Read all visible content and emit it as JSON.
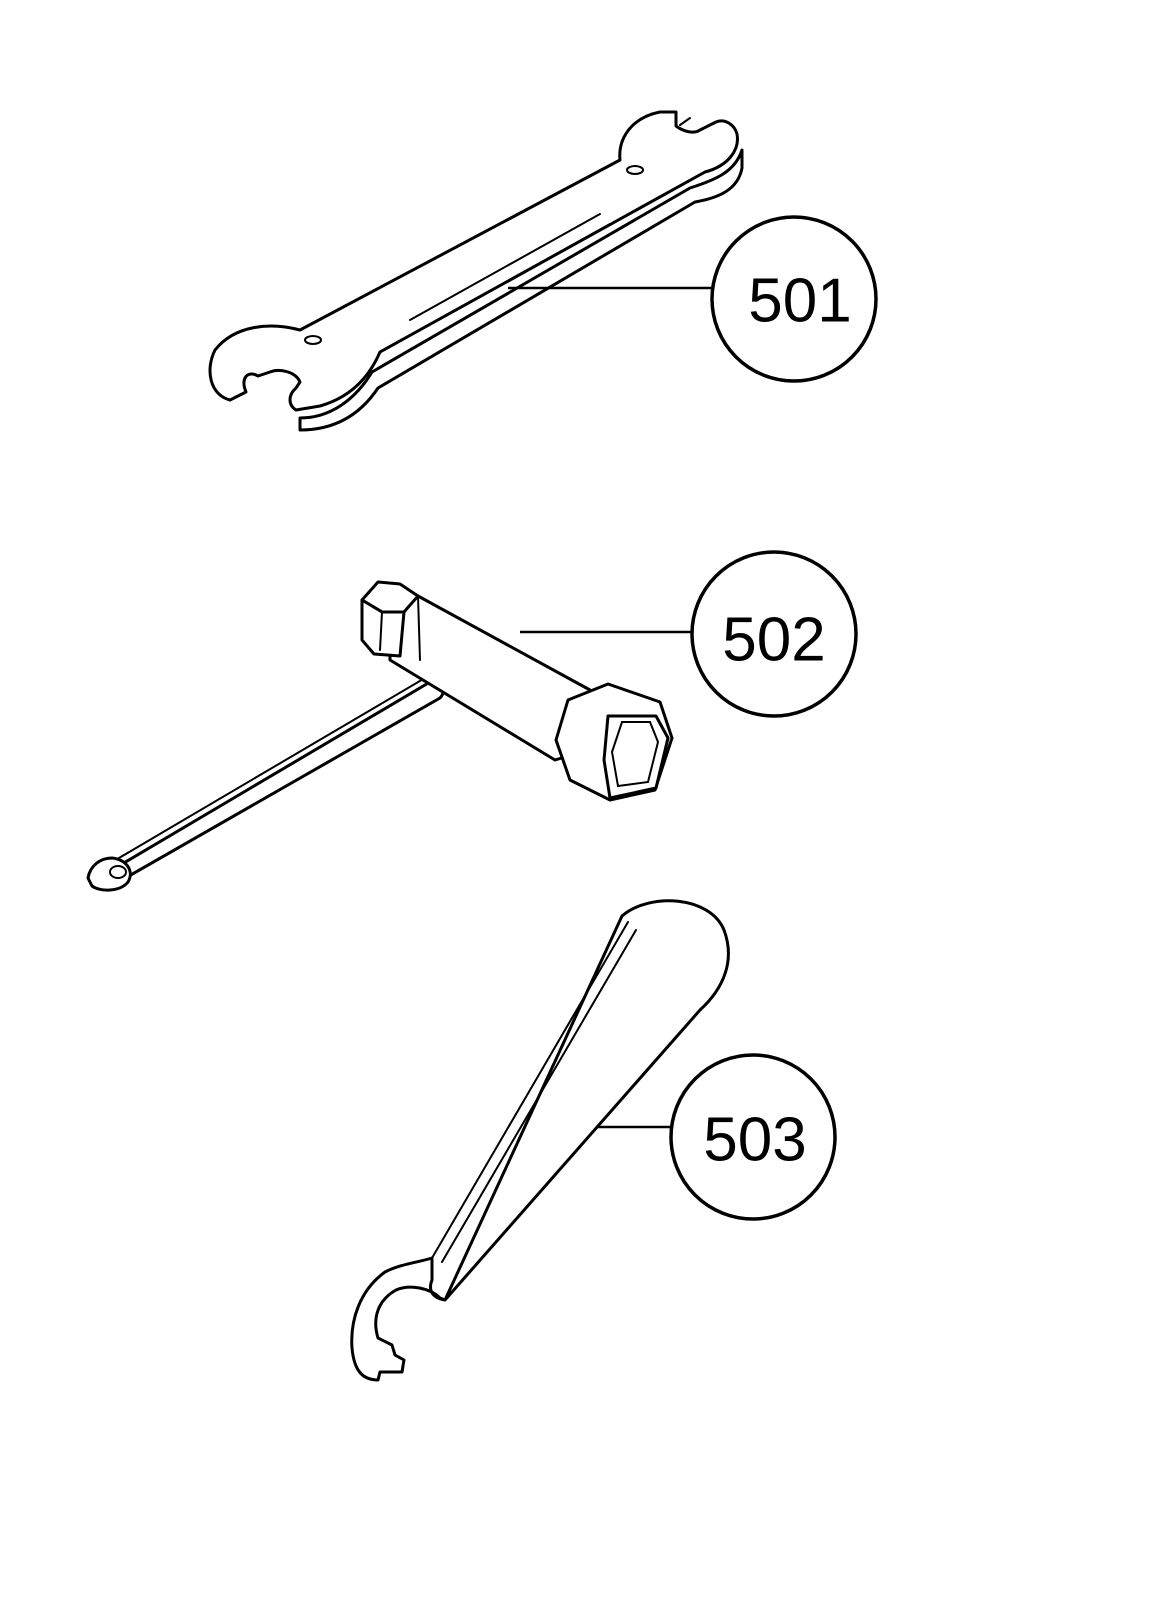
{
  "parts": [
    {
      "label": "501",
      "icon": "open-end-wrench-icon"
    },
    {
      "label": "502",
      "icon": "t-socket-wrench-icon"
    },
    {
      "label": "503",
      "icon": "hook-spanner-icon"
    }
  ],
  "colors": {
    "line": "#000000",
    "background": "#ffffff"
  }
}
